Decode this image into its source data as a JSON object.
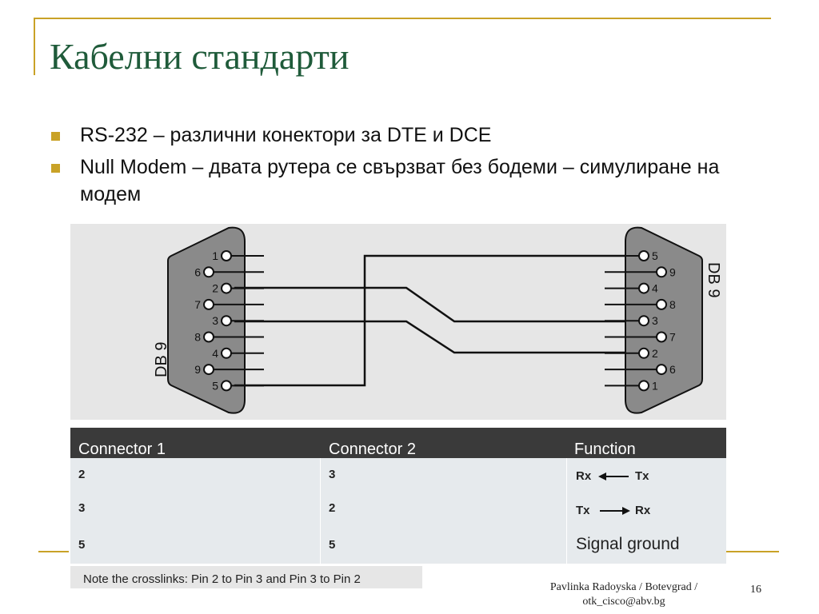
{
  "slide": {
    "title": "Кабелни стандарти",
    "bullets": [
      "RS-232 – различни конектори за DTE и DCE",
      "Null Modem – двата рутера се свързват без бодеми – симулиране на модем"
    ],
    "footer": {
      "author_line1": "Pavlinka Radoyska / Botevgrad /",
      "author_line2": "otk_cisco@abv.bg",
      "slide_number": "16"
    }
  },
  "diagram": {
    "left_connector_label": "DB 9",
    "right_connector_label": "DB 9",
    "left_pins": [
      "1",
      "6",
      "2",
      "7",
      "3",
      "8",
      "4",
      "9",
      "5"
    ],
    "right_pins": [
      "5",
      "9",
      "4",
      "8",
      "3",
      "7",
      "2",
      "6",
      "1"
    ],
    "connections": [
      {
        "from": "2",
        "to": "3"
      },
      {
        "from": "3",
        "to": "2"
      },
      {
        "from": "5",
        "to": "5"
      }
    ]
  },
  "table": {
    "headers": [
      "Connector 1",
      "Connector 2",
      "Function"
    ],
    "rows": [
      {
        "c1": "2",
        "c2": "3",
        "fn_a": "Rx",
        "fn_b": "Tx",
        "arrow": "left"
      },
      {
        "c1": "3",
        "c2": "2",
        "fn_a": "Tx",
        "fn_b": "Rx",
        "arrow": "right"
      },
      {
        "c1": "5",
        "c2": "5",
        "fn": "Signal ground"
      }
    ],
    "note": "Note the crosslinks: Pin 2 to Pin 3 and Pin 3 to Pin 2"
  },
  "colors": {
    "accent": "#c9a227",
    "title": "#1f5b3a",
    "header_bg": "#3a3a3a",
    "connector_fill": "#8a8a8a"
  }
}
